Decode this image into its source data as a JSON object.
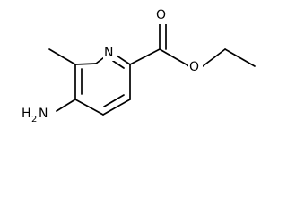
{
  "molecule": {
    "atoms": {
      "ring_nitrogen": "N",
      "carbonyl_oxygen": "O",
      "ester_oxygen": "O",
      "amine_h": "H",
      "amine_subscript": "2",
      "amine_n": "N"
    },
    "colors": {
      "bond": "#000000",
      "label": "#000000",
      "background": "#ffffff"
    }
  }
}
